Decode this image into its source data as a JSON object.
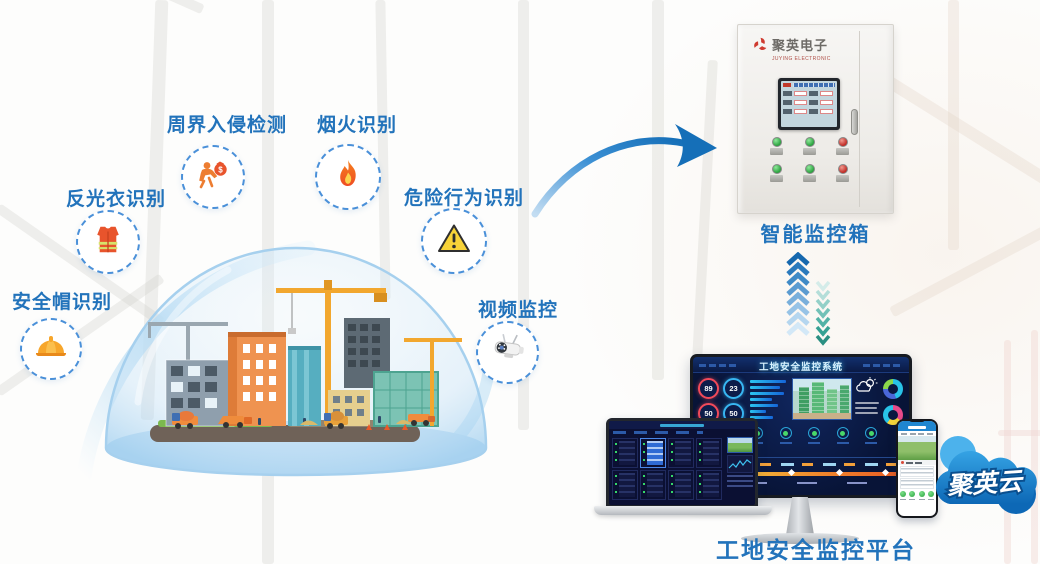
{
  "colors": {
    "accent_blue": "#2273bb",
    "dashed_circle_blue": "#4a90d9",
    "chevron_up_blue": "#1668ae",
    "chevron_down_teal": "#2a8f82",
    "cloud_blue": "#1789d6",
    "indicator_green": "#2aa23e",
    "indicator_red": "#c02a24"
  },
  "features": [
    {
      "id": "helmet",
      "label": "安全帽识别",
      "icon": "helmet-icon"
    },
    {
      "id": "vest",
      "label": "反光衣识别",
      "icon": "vest-icon"
    },
    {
      "id": "intrusion",
      "label": "周界入侵检测",
      "icon": "intruder-icon"
    },
    {
      "id": "fire",
      "label": "烟火识别",
      "icon": "fire-icon"
    },
    {
      "id": "danger",
      "label": "危险行为识别",
      "icon": "warning-icon"
    },
    {
      "id": "video",
      "label": "视频监控",
      "icon": "camera-icon"
    }
  ],
  "cabinet": {
    "brand": "聚英电子",
    "brand_sub": "JUYING ELECTRONIC",
    "label": "智能监控箱",
    "lights": [
      "green",
      "green",
      "red",
      "green",
      "green",
      "red"
    ]
  },
  "platform": {
    "label": "工地安全监控平台",
    "monitor_title": "工地安全监控系统",
    "gauges": [
      {
        "value": "89"
      },
      {
        "value": "23"
      },
      {
        "value": "50"
      },
      {
        "value": "50"
      }
    ],
    "cloud_label": "聚英云"
  }
}
